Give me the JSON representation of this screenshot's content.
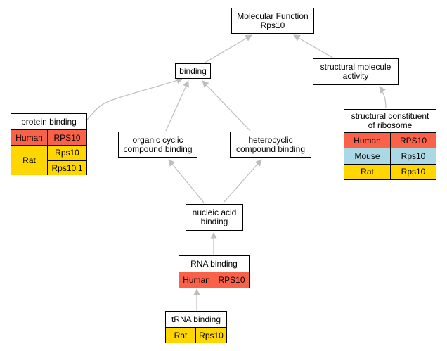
{
  "colors": {
    "human": "#fa6149",
    "mouse": "#abd8e5",
    "rat": "#ffd600",
    "edge": "#bebebe"
  },
  "nodes": {
    "root": "Molecular Function\nRps10",
    "binding": "binding",
    "structural_activity": "structural molecule\nactivity",
    "organic_cyclic": "organic cyclic\ncompound binding",
    "heterocyclic": "heterocyclic\ncompound binding",
    "nucleic_acid": "nucleic acid\nbinding"
  },
  "protein_binding": {
    "title": "protein binding",
    "human_species": "Human",
    "human_gene": "RPS10",
    "rat_species": "Rat",
    "rat_genes": [
      "Rps10",
      "Rps10l1"
    ]
  },
  "structural_constituent": {
    "title": "structural constituent\nof ribosome",
    "rows": [
      {
        "species": "Human",
        "gene": "RPS10"
      },
      {
        "species": "Mouse",
        "gene": "Rps10"
      },
      {
        "species": "Rat",
        "gene": "Rps10"
      }
    ]
  },
  "rna_binding": {
    "title": "RNA binding",
    "species": "Human",
    "gene": "RPS10"
  },
  "trna_binding": {
    "title": "tRNA binding",
    "species": "Rat",
    "gene": "Rps10"
  }
}
